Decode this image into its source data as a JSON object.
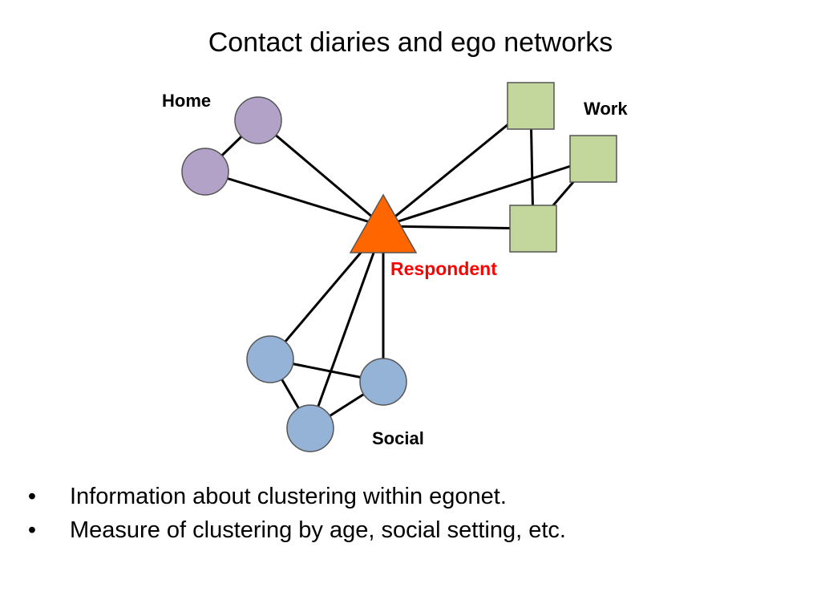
{
  "title": "Contact diaries and ego networks",
  "ego": {
    "label": "Respondent",
    "color": "#ff6600",
    "label_color": "#ff0000"
  },
  "groups": {
    "home": {
      "label": "Home",
      "fill": "#b3a2c7"
    },
    "work": {
      "label": "Work",
      "fill": "#c3d69b"
    },
    "social": {
      "label": "Social",
      "fill": "#95b3d7"
    }
  },
  "bullets": [
    "Information about clustering within egonet.",
    "Measure of clustering by age, social setting, etc."
  ]
}
